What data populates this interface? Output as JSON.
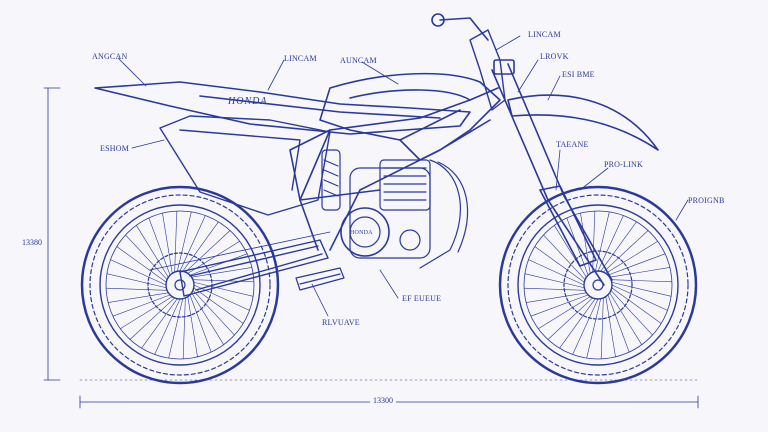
{
  "brand": {
    "tank_logo": "HONDA",
    "engine_logo": "HONDA"
  },
  "labels": {
    "front_fender": "ANGCAN",
    "seat": "LINCAM",
    "tank": "AUNCAM",
    "number_plate": "LINCAM",
    "handlebar": "LROVK",
    "front_plate": "ESI BME",
    "airbox": "ESHOM",
    "fork": "TAEANE",
    "pro_link": "PRO-LINK",
    "front_tire": "PROIGNB",
    "footpeg": "EF EUEUE",
    "swingarm": "RLVUAVE"
  },
  "dimensions": {
    "height": "13380",
    "length": "13300"
  },
  "colors": {
    "ink": "#2b3a9a",
    "paper": "#f6f6fb"
  }
}
